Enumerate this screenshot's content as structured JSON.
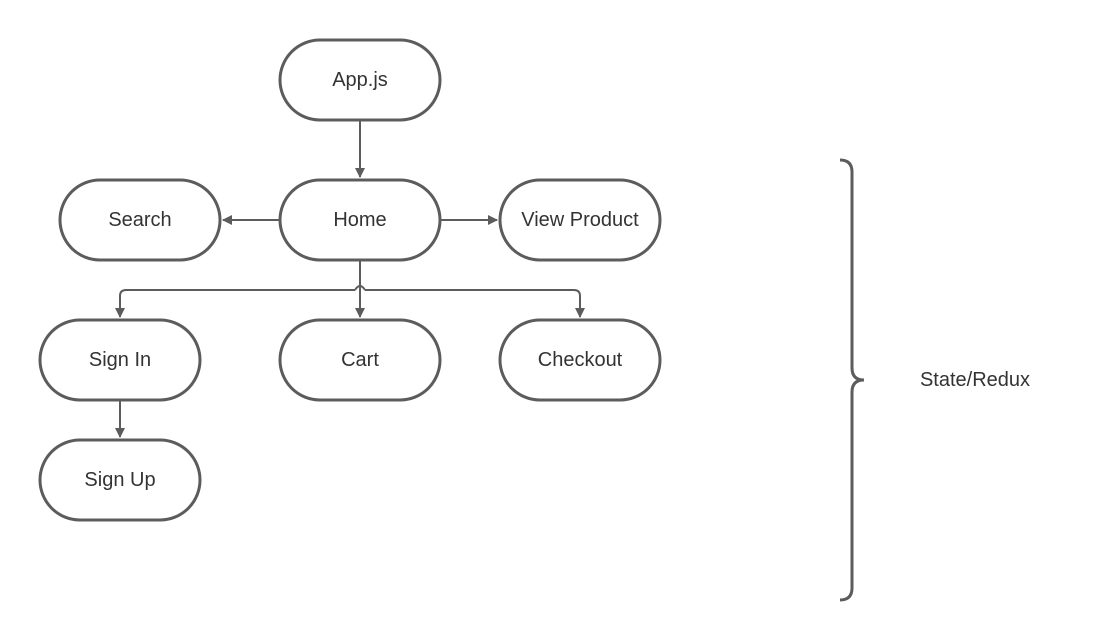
{
  "nodes": {
    "app": {
      "label": "App.js"
    },
    "search": {
      "label": "Search"
    },
    "home": {
      "label": "Home"
    },
    "view_product": {
      "label": "View Product"
    },
    "sign_in": {
      "label": "Sign In"
    },
    "cart": {
      "label": "Cart"
    },
    "checkout": {
      "label": "Checkout"
    },
    "sign_up": {
      "label": "Sign Up"
    }
  },
  "edges": [
    {
      "from": "App.js",
      "to": "Home"
    },
    {
      "from": "Home",
      "to": "Search"
    },
    {
      "from": "Home",
      "to": "View Product"
    },
    {
      "from": "Home",
      "to": "Sign In"
    },
    {
      "from": "Home",
      "to": "Cart"
    },
    {
      "from": "Home",
      "to": "Checkout"
    },
    {
      "from": "Sign In",
      "to": "Sign Up"
    }
  ],
  "brace": {
    "label": "State/Redux"
  },
  "colors": {
    "stroke": "#5c5c5c",
    "text": "#333333",
    "background": "#ffffff"
  }
}
